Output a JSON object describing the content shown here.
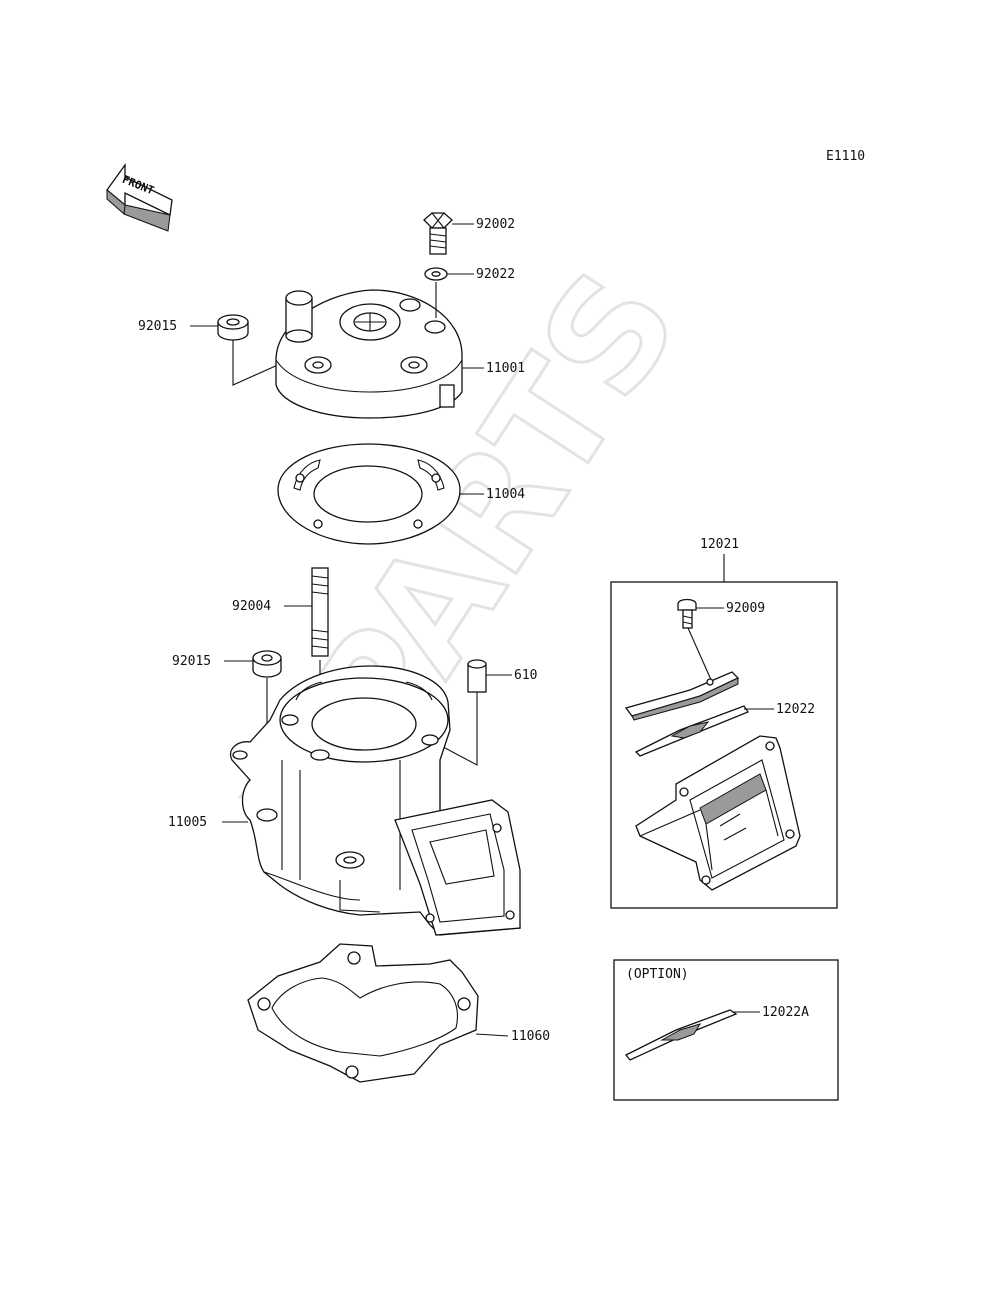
{
  "diagram_code": "E1110",
  "front_label": "FRONT",
  "watermark": "XPARTS",
  "callouts": {
    "p92002": "92002",
    "p92022": "92022",
    "p92015_top": "92015",
    "p11001": "11001",
    "p11004": "11004",
    "p92004": "92004",
    "p92015_mid": "92015",
    "p610": "610",
    "p11005": "11005",
    "p11060": "11060",
    "p12021": "12021",
    "p92009": "92009",
    "p12022": "12022",
    "p12022A": "12022A"
  },
  "option_label": "(OPTION)"
}
